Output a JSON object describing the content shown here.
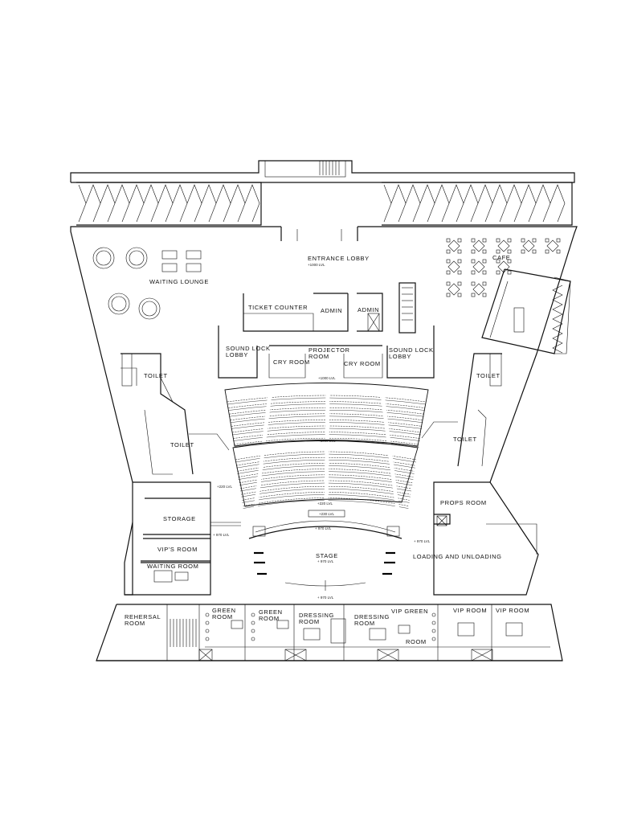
{
  "drawing": {
    "rooms": {
      "entrance_lobby": "ENTRANCE LOBBY",
      "cafe": "CAFE",
      "waiting_lounge": "WAITING LOUNGE",
      "ticket_counter": "TICKET COUNTER",
      "admin_1": "ADMIN",
      "admin_2": "ADMIN",
      "sound_lock_lobby_left": [
        "SOUND LOCK",
        "LOBBY"
      ],
      "sound_lock_lobby_right": [
        "SOUND LOCK",
        "LOBBY"
      ],
      "projector_room": [
        "PROJECTOR",
        "ROOM"
      ],
      "cry_room_1": "CRY ROOM",
      "cry_room_2": "CRY ROOM",
      "toilet_upper_left": "TOILET",
      "toilet_lower_left": "TOILET",
      "toilet_upper_right": "TOILET",
      "toilet_lower_right": "TOILET",
      "storage": "STORAGE",
      "vips_room": "VIP'S ROOM",
      "waiting_room": "WAITING ROOM",
      "props_room": "PROPS ROOM",
      "stage": "STAGE",
      "loading_unloading": "LOADING AND UNLOADING",
      "rehersal_room": [
        "REHERSAL",
        "ROOM"
      ],
      "green_room_1": [
        "GREEN",
        "ROOM"
      ],
      "green_room_2": [
        "GREEN",
        "ROOM"
      ],
      "dressing_room_1": [
        "DRESSING",
        "ROOM"
      ],
      "dressing_room_2": [
        "DRESSING",
        "ROOM"
      ],
      "vip_green_room": [
        "VIP GREEN",
        "ROOM"
      ],
      "vip_room_1": "VIP ROOM",
      "vip_room_2": "VIP ROOM"
    },
    "levels": {
      "lobby": "+1000 LVL",
      "balcony": "+1000 LVL",
      "mid_seating": "+1000 LVL",
      "side_left": "+220 LVL",
      "seating_front": "+220 LVL",
      "orchestra": "+230 LVL",
      "stage_front": "+ 970 LVL",
      "left_wing": "+ 970 LVL",
      "right_wing": "+ 970 LVL",
      "stage": "+ 970 LVL",
      "backstage": "+ 970 LVL"
    }
  }
}
